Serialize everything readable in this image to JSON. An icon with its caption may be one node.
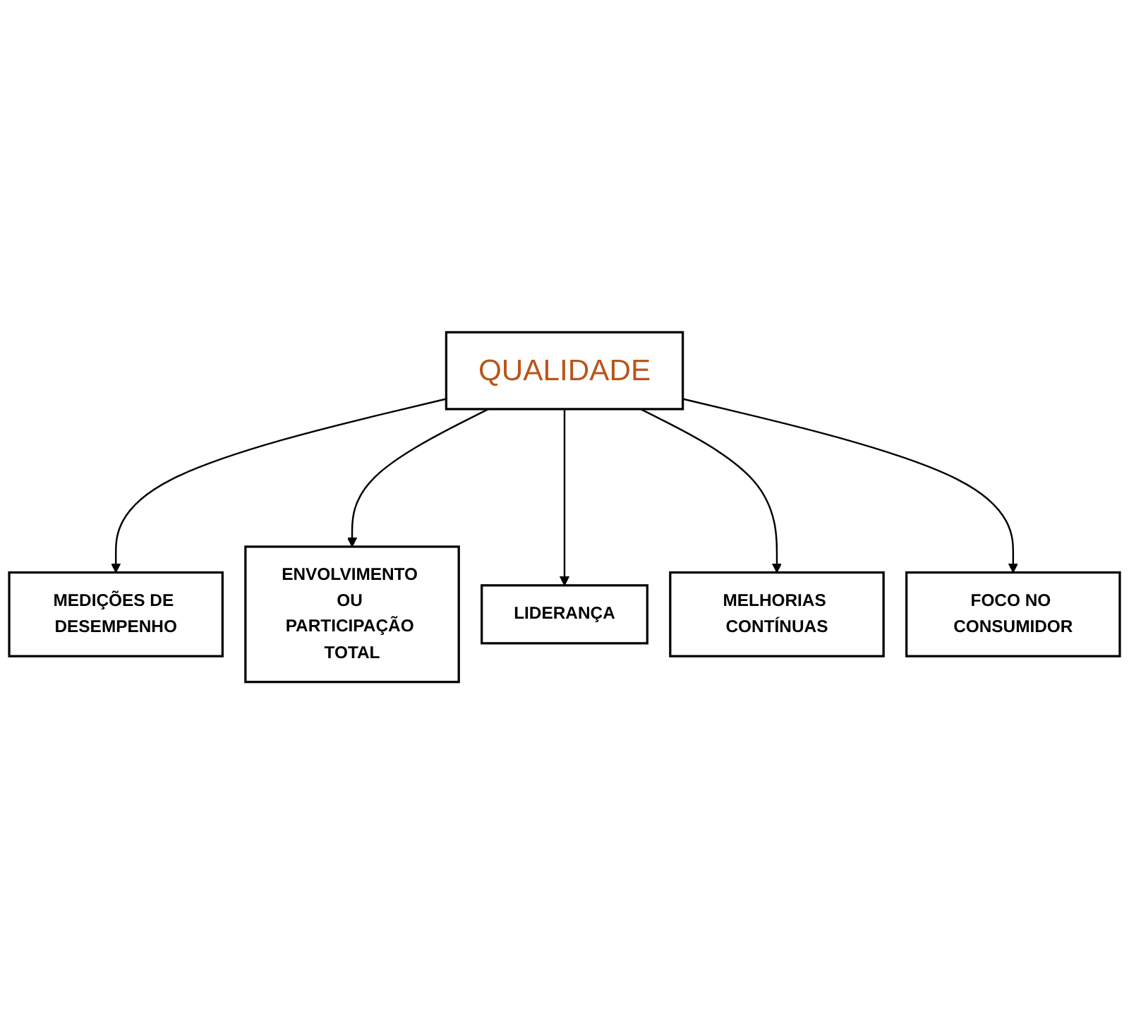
{
  "diagram": {
    "nodes": [
      {
        "text": [
          "QUALIDADE"
        ]
      },
      {
        "text": [
          "MEDIÇÕES DE DESEMPENHO"
        ]
      },
      {
        "text": [
          "ENVOLVIMENTO OU PARTICIPAÇÃO TOTAL"
        ]
      },
      {
        "text": [
          "LIDERANÇA"
        ]
      },
      {
        "text": [
          "MELHORIAS CONTÍNUAS"
        ]
      },
      {
        "text": [
          "FOCO NO CONSUMIDOR"
        ]
      }
    ],
    "edges": [
      {
        "from": 0,
        "to": 1,
        "arrow": "to"
      },
      {
        "from": 0,
        "to": 2,
        "arrow": "to"
      },
      {
        "from": 0,
        "to": 3,
        "arrow": "to"
      },
      {
        "from": 0,
        "to": 4,
        "arrow": "to"
      },
      {
        "from": 0,
        "to": 5,
        "arrow": "to"
      }
    ]
  }
}
